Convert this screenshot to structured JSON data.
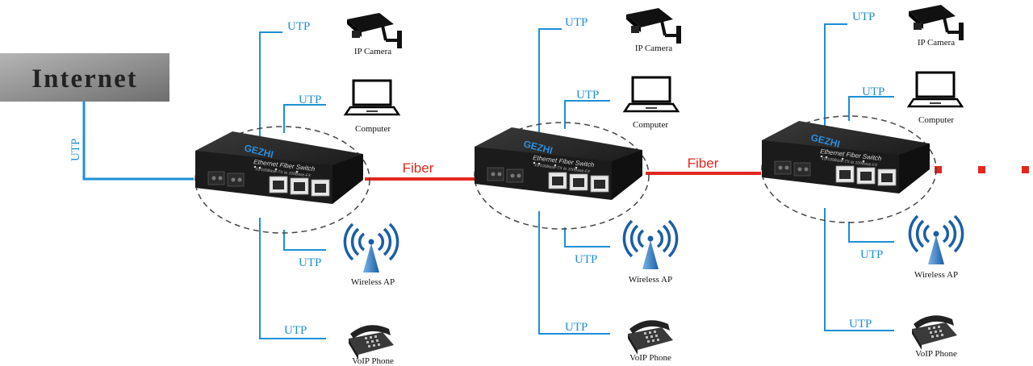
{
  "internet": {
    "label": "Internet"
  },
  "uplink": {
    "label": "UTP"
  },
  "fiber_links": [
    {
      "label": "Fiber"
    },
    {
      "label": "Fiber"
    }
  ],
  "switches": [
    {
      "brand": "GEZHI",
      "title": "Ethernet Fiber Switch",
      "subtitle": "10/100Base-TX to 100Base-FX",
      "devices": [
        {
          "link": "UTP",
          "name": "IP Camera",
          "icon": "security-camera-icon"
        },
        {
          "link": "UTP",
          "name": "Computer",
          "icon": "laptop-icon"
        },
        {
          "link": "UTP",
          "name": "Wireless AP",
          "icon": "wireless-ap-icon"
        },
        {
          "link": "UTP",
          "name": "VoIP Phone",
          "icon": "telephone-icon"
        }
      ]
    },
    {
      "brand": "GEZHI",
      "title": "Ethernet Fiber Switch",
      "subtitle": "10/100Base-TX to 100Base-FX",
      "devices": [
        {
          "link": "UTP",
          "name": "IP Camera",
          "icon": "security-camera-icon"
        },
        {
          "link": "UTP",
          "name": "Computer",
          "icon": "laptop-icon"
        },
        {
          "link": "UTP",
          "name": "Wireless AP",
          "icon": "wireless-ap-icon"
        },
        {
          "link": "UTP",
          "name": "VoIP Phone",
          "icon": "telephone-icon"
        }
      ]
    },
    {
      "brand": "GEZHI",
      "title": "Ethernet Fiber Switch",
      "subtitle": "10/100Base-TX to 100Base-FX",
      "devices": [
        {
          "link": "UTP",
          "name": "IP Camera",
          "icon": "security-camera-icon"
        },
        {
          "link": "UTP",
          "name": "Computer",
          "icon": "laptop-icon"
        },
        {
          "link": "UTP",
          "name": "Wireless AP",
          "icon": "wireless-ap-icon"
        },
        {
          "link": "UTP",
          "name": "VoIP Phone",
          "icon": "telephone-icon"
        }
      ]
    }
  ],
  "colors": {
    "utp_line": "#1d8fd6",
    "fiber_line": "#e3271f",
    "internet_box": "#8a8a8a",
    "switch_body": "#1e1e1e"
  },
  "continuation_icon": "ellipsis-dots"
}
